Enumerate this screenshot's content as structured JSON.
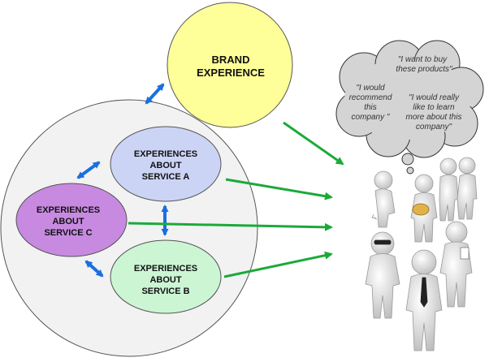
{
  "brand": {
    "line1": "BRAND",
    "line2": "EXPERIENCE"
  },
  "service_a": {
    "line1": "EXPERIENCES",
    "line2": "ABOUT",
    "line3": "SERVICE A"
  },
  "service_b": {
    "line1": "EXPERIENCES",
    "line2": "ABOUT",
    "line3": "SERVICE B"
  },
  "service_c": {
    "line1": "EXPERIENCES",
    "line2": "ABOUT",
    "line3": "SERVICE C"
  },
  "thought_bubble": {
    "quote1": {
      "line1": "\"I want to buy",
      "line2": "these products\""
    },
    "quote2": {
      "line1": "\"I would",
      "line2": "recommend",
      "line3": "this",
      "line4": "company \""
    },
    "quote3": {
      "line1": "\"I would really",
      "line2": "like to learn",
      "line3": "more about this",
      "line4": "company\""
    }
  },
  "colors": {
    "brand_fill": "#ffff99",
    "service_a_fill": "#ccd4f5",
    "service_b_fill": "#ccf5d4",
    "service_c_fill": "#c78ae0",
    "big_circle_fill": "#f2f2f2",
    "bubble_fill": "#d4d4d4",
    "blue_arrow": "#1a6fe0",
    "green_arrow": "#1aaa3a"
  }
}
